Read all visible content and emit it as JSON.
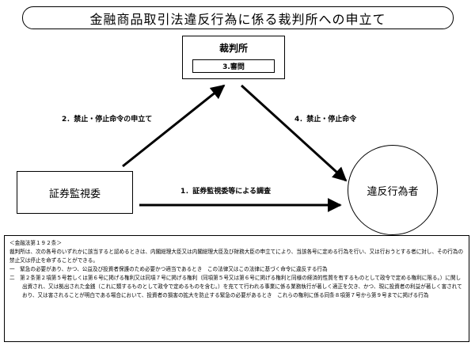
{
  "title": "金融商品取引法違反行為に係る裁判所への申立て",
  "court": {
    "label": "裁判所",
    "sub_label": "3.審問"
  },
  "sec_box": {
    "label": "証券監視委"
  },
  "violator": {
    "label": "違反行為者"
  },
  "arrows": {
    "petition": "2．禁止・停止命令の申立て",
    "order": "4．禁止・停止命令",
    "investigation": "1．証券監視委等による調査"
  },
  "law": {
    "heading": "＜金融法第１９２条＞",
    "body": "裁判所は、次の各号のいずれかに該当すると認めるときは、内閣総理大臣又は内閣総理大臣及び財務大臣の申立てにより、当該各号に定める行為を行い、又は行おうとする者に対し、その行為の禁止又は停止を命ずることができる。",
    "item1": "一　緊急の必要があり、かつ、公益及び投資者保護のため必要かつ適当であるとき　この法律又はこの法律に基づく命令に違反する行為",
    "item2": "二　第２条第２項第５号若しくは第６号に掲げる権利又は同項７号に掲げる権利（同項第５号又は第６号に掲げる権利と同様の経済的性質を有するものとして政令で定める権利に限る。）に関し出資され、又は拠出された金銭（これに類するものとして政令で定めるものを含む。）を充てて行われる事業に係る業務執行が著しく適正を欠き、かつ、現に投資者の利益が著しく害されており、又は害されることが明白である場合において、投資者の損害の拡大を防止する緊急の必要があるとき　これらの権利に係る同条８項第７号から第９号までに掲げる行為"
  }
}
